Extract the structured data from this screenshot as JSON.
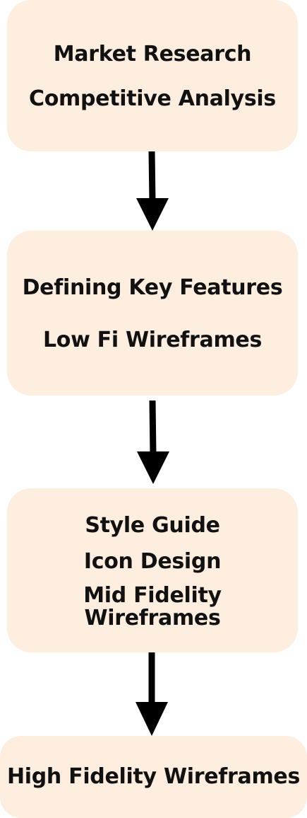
{
  "boxes": [
    {
      "lines": [
        "Market Research",
        "Competitive Analysis"
      ]
    },
    {
      "lines": [
        "Defining Key Features",
        "Low Fi Wireframes"
      ]
    },
    {
      "lines": [
        "Style Guide",
        "Icon Design",
        "Mid Fidelity",
        "Wireframes"
      ]
    },
    {
      "lines": [
        "High Fidelity Wireframes"
      ]
    }
  ],
  "colors": {
    "box_fill": "#fdeee0",
    "arrow": "#000000",
    "text": "#111111"
  }
}
